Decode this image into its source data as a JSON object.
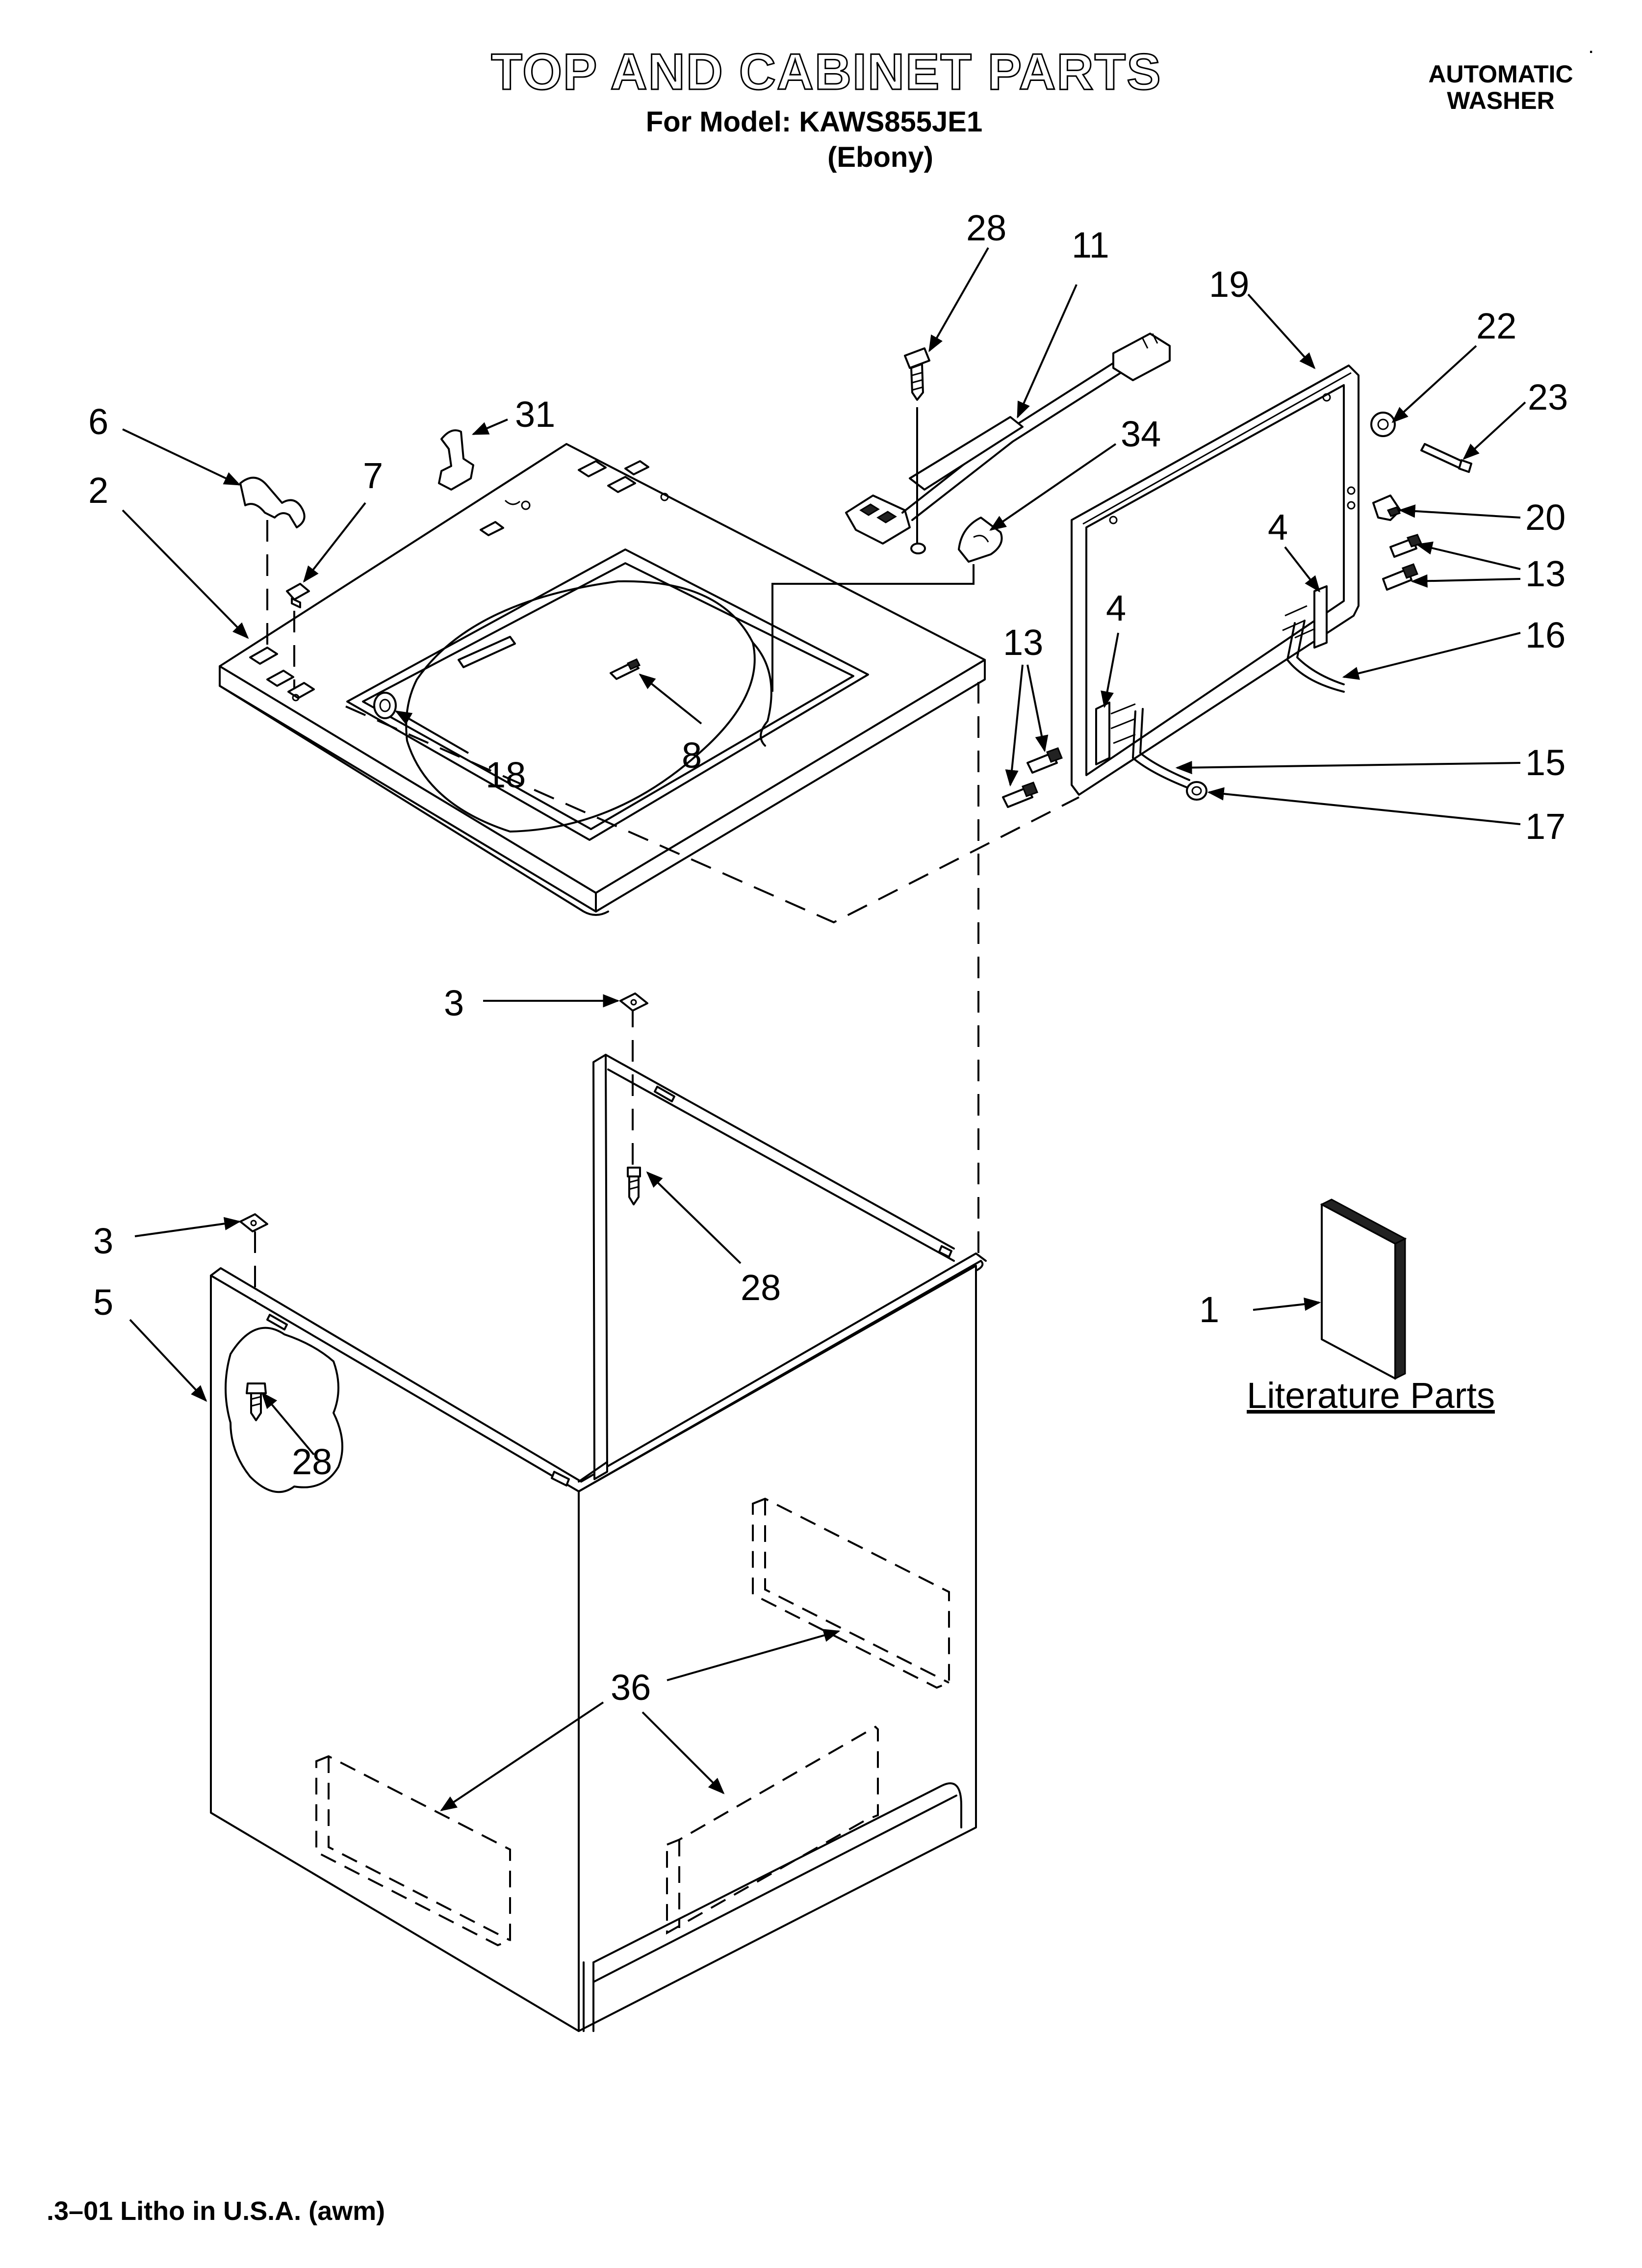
{
  "header": {
    "title": "TOP AND CABINET PARTS",
    "model_line": "For Model: KAWS855JE1",
    "color_line": "(Ebony)",
    "category_line1": "AUTOMATIC",
    "category_line2": "WASHER"
  },
  "footer": {
    "print_note": ".3–01 Litho in U.S.A. (awm)"
  },
  "literature": {
    "label": "Literature Parts"
  },
  "callouts": {
    "p1": "1",
    "p2": "2",
    "p3a": "3",
    "p3b": "3",
    "p4a": "4",
    "p4b": "4",
    "p5": "5",
    "p6": "6",
    "p7": "7",
    "p8": "8",
    "p11": "11",
    "p13a": "13",
    "p13b": "13",
    "p15": "15",
    "p16": "16",
    "p17": "17",
    "p18": "18",
    "p19": "19",
    "p20": "20",
    "p22": "22",
    "p23": "23",
    "p28a": "28",
    "p28b": "28",
    "p28c": "28",
    "p31": "31",
    "p34": "34",
    "p36": "36"
  }
}
